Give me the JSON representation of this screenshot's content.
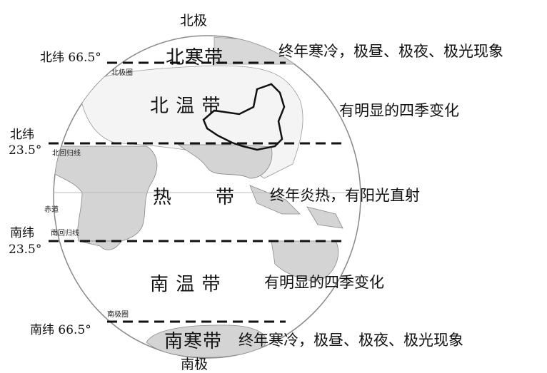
{
  "poles": {
    "north": "北极",
    "south": "南极"
  },
  "latitudes": {
    "arctic": "北纬 66.5°",
    "tropic_north_line1": "北纬",
    "tropic_north_line2": "23.5°",
    "tropic_south_line1": "南纬",
    "tropic_south_line2": "23.5°",
    "antarctic": "南纬 66.5°"
  },
  "map_labels": {
    "arctic_circle": "北极圈",
    "tropic_of_cancer": "北回归线",
    "equator": "赤道",
    "tropic_of_capricorn": "南回归线",
    "antarctic_circle": "南极圈"
  },
  "zones": [
    {
      "name": "北寒带",
      "description": "终年寒冷，极昼、极夜、极光现象"
    },
    {
      "name": "北 温 带",
      "description": "有明显的四季变化"
    },
    {
      "name_left": "热",
      "name_right": "带",
      "description": "终年炎热，有阳光直射"
    },
    {
      "name": "南 温 带",
      "description": "有明显的四季变化"
    },
    {
      "name": "南寒带",
      "description": "终年寒冷，极昼、极夜、极光现象"
    }
  ],
  "colors": {
    "land": "#d4d4d4",
    "ocean": "#ffffff",
    "outline": "#888888",
    "dash": "#111111"
  }
}
